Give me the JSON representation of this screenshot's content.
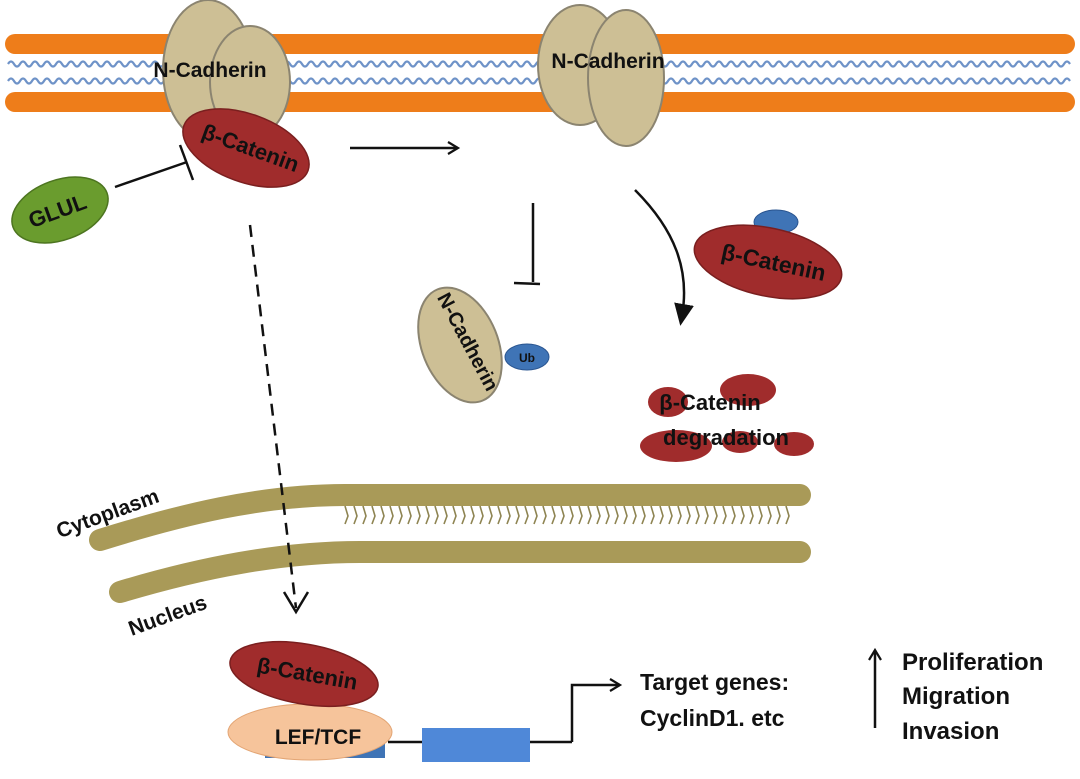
{
  "colors": {
    "membrane_orange": "#ee7d1a",
    "membrane_blue": "#6f93c8",
    "cadherin_fill": "#cdbf95",
    "cadherin_stroke": "#8b8470",
    "catenin_fill": "#a02c2c",
    "glul_fill": "#6a9c2e",
    "ub_fill": "#3f74b6",
    "lef_fill": "#f6c49b",
    "gene_blue": "#4f88d8",
    "nuclear_membrane": "#a99a58",
    "arrow": "#111111"
  },
  "labels": {
    "ncad_top_left": "N-Cadherin",
    "ncad_top_right": "N-Cadherin",
    "bcat_membrane": "β-Catenin",
    "glul": "GLUL",
    "bcat_ub": "β-Catenin",
    "ncad_ub": "N-Cadherin",
    "ub": "Ub",
    "bcat_degr_line1": "β-Catenin",
    "bcat_degr_line2": "degradation",
    "cytoplasm": "Cytoplasm",
    "nucleus": "Nucleus",
    "bcat_nuclear": "β-Catenin",
    "lef_tcf": "LEF/TCF",
    "target_line1": "Target genes:",
    "target_line2": "CyclinD1. etc",
    "outcome_1": "Proliferation",
    "outcome_2": "Migration",
    "outcome_3": "Invasion"
  },
  "icons": {
    "inhibit": "t-bar-inhibition-icon",
    "activate": "arrow-icon",
    "up": "up-arrow-icon"
  }
}
